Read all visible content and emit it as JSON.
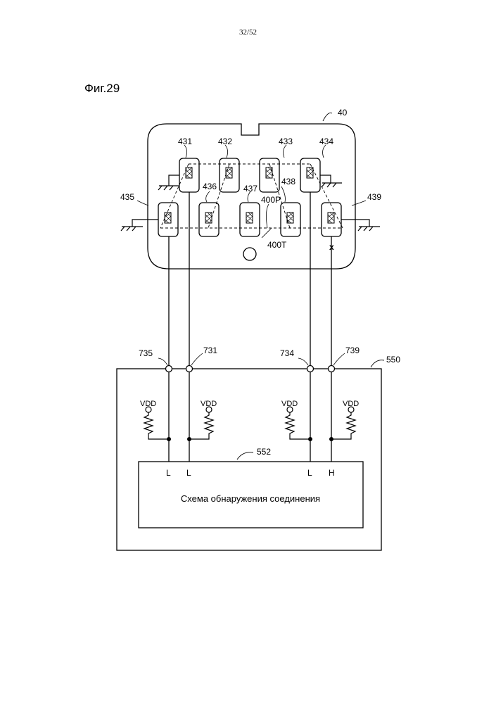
{
  "page": {
    "number": "32/52"
  },
  "figure": {
    "title": "Фиг.29"
  },
  "connector": {
    "ref": "40",
    "terminals": [
      "431",
      "432",
      "433",
      "434",
      "435",
      "436",
      "437",
      "438",
      "439"
    ],
    "labels": {
      "pattern": "400P",
      "terminal": "400T"
    },
    "unconnected_mark": "x"
  },
  "device": {
    "ref": "550",
    "inputs": [
      "735",
      "731",
      "734",
      "739"
    ],
    "supply": [
      "VDD",
      "VDD",
      "VDD",
      "VDD"
    ],
    "detector": {
      "ref": "552",
      "text": "Схема обнаружения соединения",
      "levels": [
        "L",
        "L",
        "L",
        "H"
      ]
    }
  }
}
